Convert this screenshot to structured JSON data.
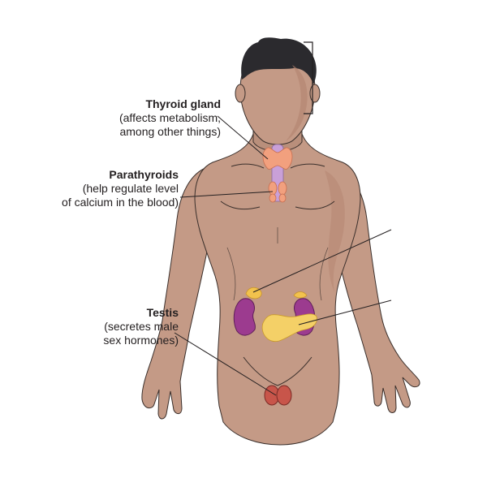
{
  "labels": {
    "thyroid": {
      "title": "Thyroid gland",
      "line1": "(affects metabolism,",
      "line2": "among other things)"
    },
    "parathyroid": {
      "title": "Parathyroids",
      "line1": "(help regulate level",
      "line2": "of calcium in the blood)"
    },
    "testis": {
      "title": "Testis",
      "line1": "(secretes male",
      "line2": "sex hormones)"
    }
  },
  "colors": {
    "skin": "#c49a86",
    "skin_shadow": "#b3836f",
    "hair": "#2b2a2e",
    "outline": "#3a2f2b",
    "thyroid": "#f2a07e",
    "trachea": "#c9a0d8",
    "kidney": "#9c3b8f",
    "adrenal": "#f2c24d",
    "pancreas": "#f4d067",
    "testis": "#c8554a",
    "leader_line": "#231f20"
  }
}
